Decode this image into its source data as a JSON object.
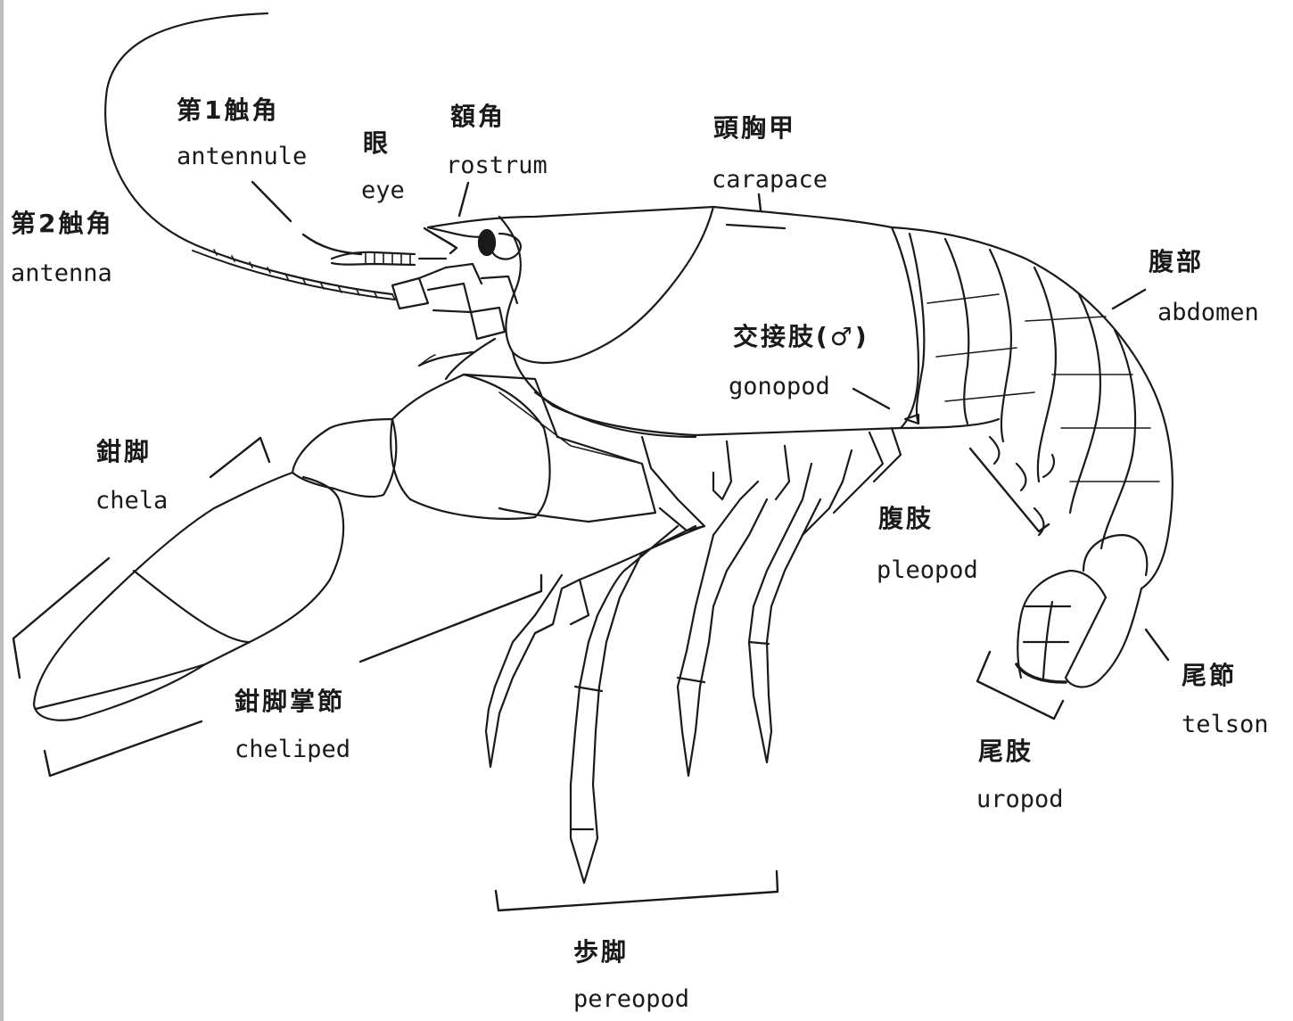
{
  "labels": {
    "antennule": {
      "ja": "第1触角",
      "en": "antennule"
    },
    "eye": {
      "ja": "眼",
      "en": "eye"
    },
    "rostrum": {
      "ja": "額角",
      "en": "rostrum"
    },
    "carapace": {
      "ja": "頭胸甲",
      "en": "carapace"
    },
    "antenna": {
      "ja": "第2触角",
      "en": "antenna"
    },
    "abdomen": {
      "ja": "腹部",
      "en": "abdomen"
    },
    "gonopod": {
      "ja": "交接肢(♂)",
      "en": "gonopod"
    },
    "chela": {
      "ja": "鉗脚",
      "en": "chela"
    },
    "pleopod": {
      "ja": "腹肢",
      "en": "pleopod"
    },
    "telson": {
      "ja": "尾節",
      "en": "telson"
    },
    "cheliped": {
      "ja": "鉗脚掌節",
      "en": "cheliped"
    },
    "uropod": {
      "ja": "尾肢",
      "en": "uropod"
    },
    "pereopod": {
      "ja": "歩脚",
      "en": "pereopod"
    }
  },
  "colors": {
    "ink": "#1a1a1a",
    "background": "#ffffff"
  }
}
